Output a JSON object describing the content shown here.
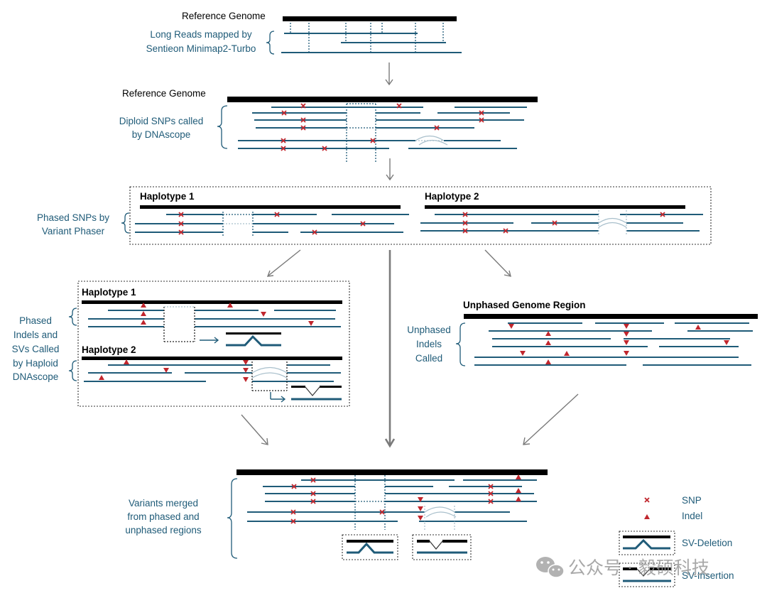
{
  "stage1": {
    "reference_label": "Reference Genome",
    "reads_label": [
      "Long Reads mapped by",
      "Sentieon Minimap2-Turbo"
    ]
  },
  "stage2": {
    "reference_label": "Reference Genome",
    "snps_label": [
      "Diploid SNPs called",
      "by DNAscope"
    ]
  },
  "stage3": {
    "phased_label": [
      "Phased SNPs by",
      "Variant Phaser"
    ],
    "haplotype1": "Haplotype 1",
    "haplotype2": "Haplotype 2"
  },
  "stage4_left": {
    "haplotype1": "Haplotype 1",
    "haplotype2": "Haplotype 2",
    "label": [
      "Phased",
      "Indels and",
      "SVs Called",
      "by Haploid",
      "DNAscope"
    ]
  },
  "stage4_right": {
    "region_label": "Unphased Genome Region",
    "label": [
      "Unphased",
      "Indels",
      "Called"
    ]
  },
  "stage5": {
    "label": [
      "Variants merged",
      "from phased and",
      "unphased regions"
    ]
  },
  "legend": {
    "snp": "SNP",
    "indel": "Indel",
    "sv_deletion": "SV-Deletion",
    "sv_insertion": "SV-Insertion"
  },
  "watermark": "公众号 · 毅硕科技",
  "colors": {
    "read": "#1f5b78",
    "variant": "#c0262d",
    "reference": "#000000",
    "label": "#1f5b78"
  }
}
